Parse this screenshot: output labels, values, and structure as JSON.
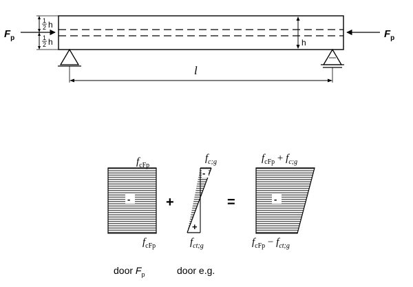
{
  "beam_figure": {
    "force_label_main": "F",
    "force_label_sub": "p",
    "half_h_fraction_num": "1",
    "half_h_fraction_den": "2",
    "half_h_symbol": "h",
    "height_symbol": "h",
    "span_symbol": "l"
  },
  "stress_figure": {
    "block1_top_label": "f",
    "block1_top_sub": "cFp",
    "block1_bottom_label": "f",
    "block1_bottom_sub": "cFp",
    "block1_sign": "-",
    "plus_operator": "+",
    "block2_top_label": "f",
    "block2_top_sub": "c;g",
    "block2_top_sign": "-",
    "block2_bottom_label": "f",
    "block2_bottom_sub": "ct;g",
    "block2_bottom_sign": "+",
    "equals_operator": "=",
    "block3_top_label_a": "f",
    "block3_top_sub_a": "cFp",
    "block3_top_join": " + ",
    "block3_top_label_b": "f",
    "block3_top_sub_b": "c;g",
    "block3_bottom_label_a": "f",
    "block3_bottom_sub_a": "cFp",
    "block3_bottom_join": " − ",
    "block3_bottom_label_b": "f",
    "block3_bottom_sub_b": "ct;g",
    "block3_sign": "-"
  },
  "captions": {
    "caption_left_text": "door ",
    "caption_left_symbol": "F",
    "caption_left_sub": "p",
    "caption_right": "door e.g."
  }
}
